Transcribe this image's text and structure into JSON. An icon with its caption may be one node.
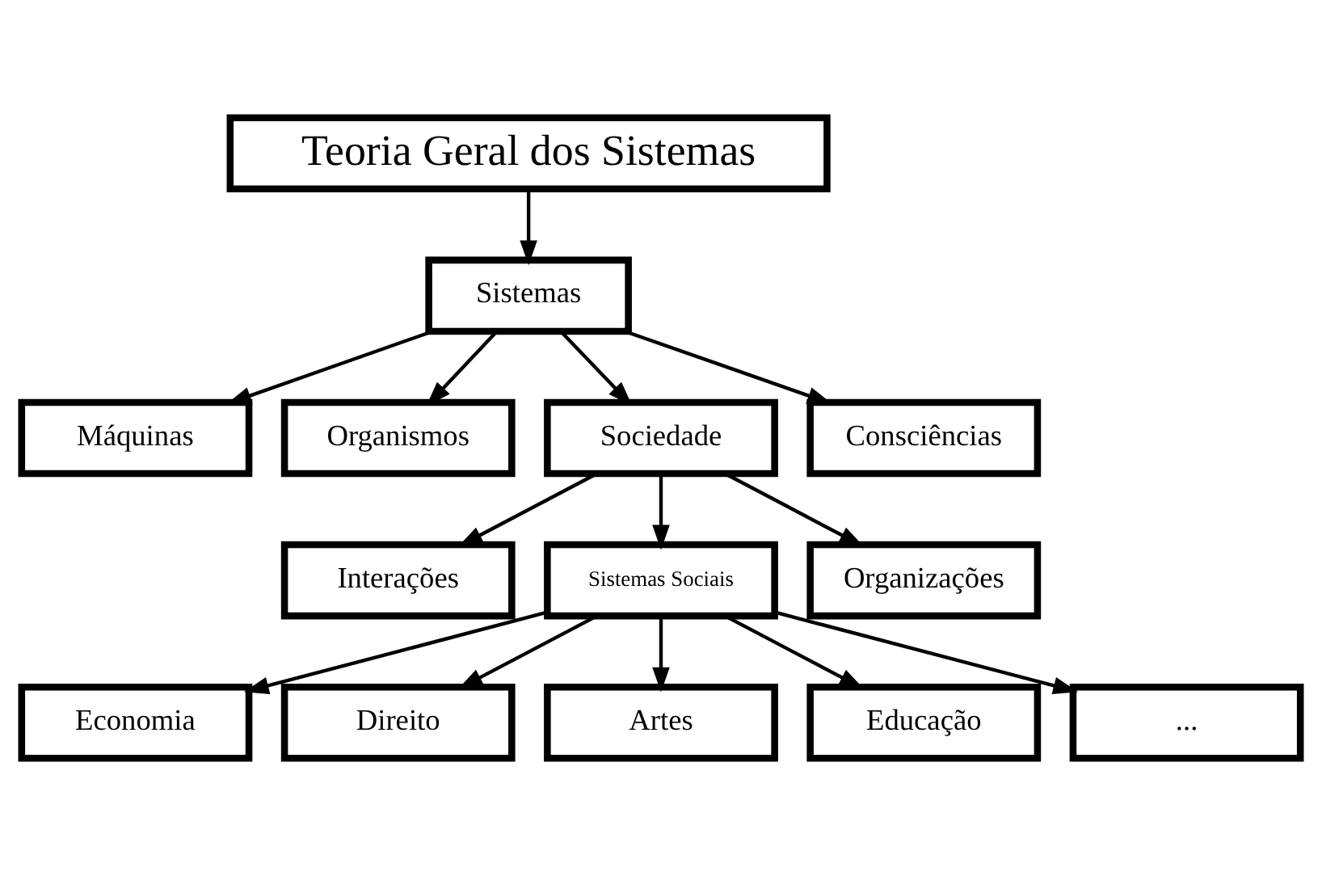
{
  "diagram": {
    "nodes": [
      {
        "text": [
          "Teoria Geral dos Sistemas"
        ]
      },
      {
        "text": [
          "Sistemas"
        ]
      },
      {
        "text": [
          "Máquinas"
        ]
      },
      {
        "text": [
          "Organismos"
        ]
      },
      {
        "text": [
          "Sociedade"
        ]
      },
      {
        "text": [
          "Consciências"
        ]
      },
      {
        "text": [
          "Interações"
        ]
      },
      {
        "text": [
          "Sistemas Sociais"
        ]
      },
      {
        "text": [
          "Organizações"
        ]
      },
      {
        "text": [
          "Economia"
        ]
      },
      {
        "text": [
          "Direito"
        ]
      },
      {
        "text": [
          "Artes"
        ]
      },
      {
        "text": [
          "Educação"
        ]
      },
      {
        "text": [
          "..."
        ]
      }
    ],
    "edges": [
      {
        "from": 0,
        "to": 1,
        "arrow": "to"
      },
      {
        "from": 1,
        "to": 2,
        "arrow": "to"
      },
      {
        "from": 1,
        "to": 3,
        "arrow": "to"
      },
      {
        "from": 1,
        "to": 4,
        "arrow": "to"
      },
      {
        "from": 1,
        "to": 5,
        "arrow": "to"
      },
      {
        "from": 4,
        "to": 6,
        "arrow": "to"
      },
      {
        "from": 4,
        "to": 7,
        "arrow": "to"
      },
      {
        "from": 4,
        "to": 8,
        "arrow": "to"
      },
      {
        "from": 7,
        "to": 9,
        "arrow": "to"
      },
      {
        "from": 7,
        "to": 10,
        "arrow": "to"
      },
      {
        "from": 7,
        "to": 11,
        "arrow": "to"
      },
      {
        "from": 7,
        "to": 12,
        "arrow": "to"
      },
      {
        "from": 7,
        "to": 13,
        "arrow": "to"
      }
    ]
  }
}
